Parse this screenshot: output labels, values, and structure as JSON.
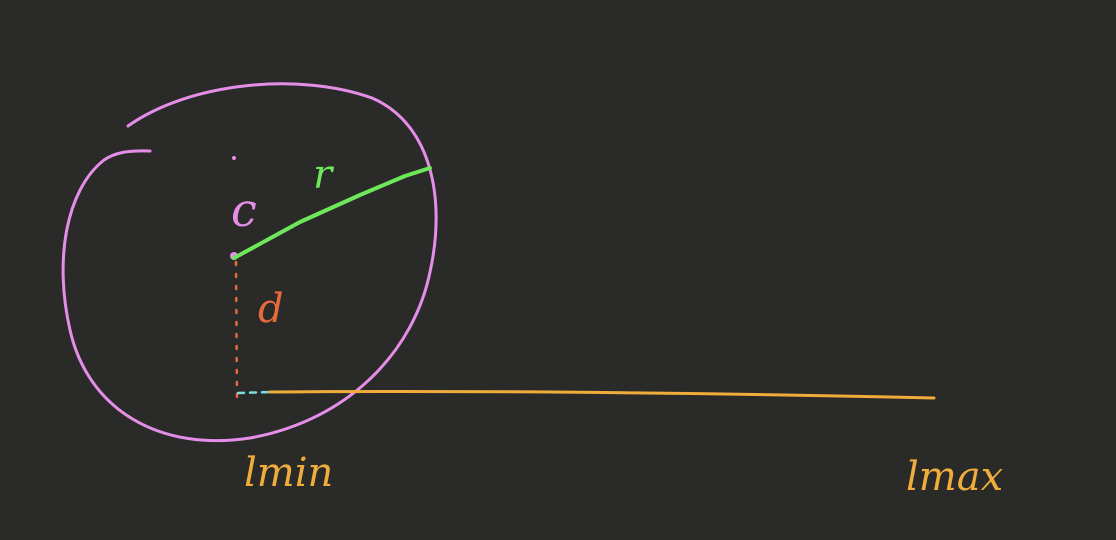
{
  "colors": {
    "background": "#2a2a28",
    "circle": "#e58ee8",
    "center_label": "#e58ee8",
    "radius": "#6ee85a",
    "distance": "#e8693a",
    "connector": "#7fdce0",
    "segment": "#f0ad3c"
  },
  "labels": {
    "center": "c",
    "radius": "r",
    "distance": "d",
    "lmin": "lmin",
    "lmax": "lmax"
  }
}
